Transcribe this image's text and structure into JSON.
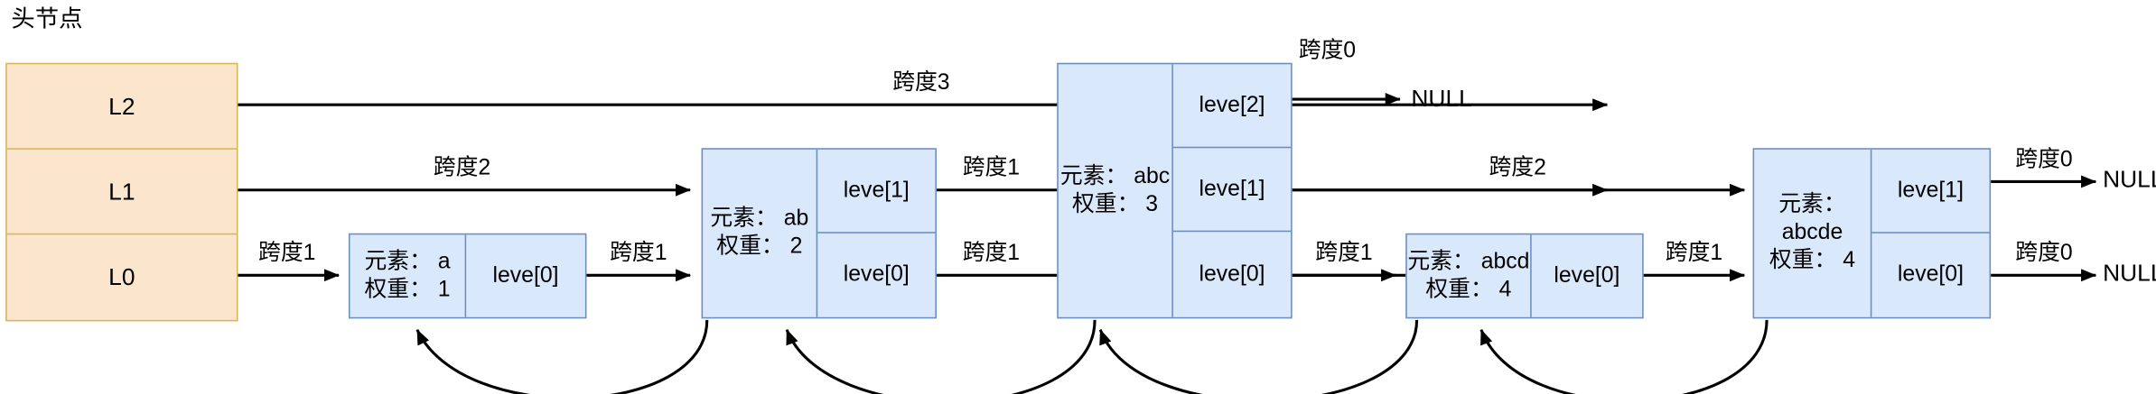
{
  "diagram": {
    "title": "头节点",
    "head_node": {
      "levels": [
        "L2",
        "L1",
        "L0"
      ]
    },
    "null_labels": {
      "abc_top": "NULL",
      "abcde_l1": "NULL",
      "abcde_l0": "NULL"
    },
    "nodes": [
      {
        "id": "a",
        "element_label": "元素： a",
        "weight_label": "权重： 1",
        "levels": [
          "leve[0]"
        ]
      },
      {
        "id": "ab",
        "element_label": "元素： ab",
        "weight_label": "权重： 2",
        "levels": [
          "leve[1]",
          "leve[0]"
        ]
      },
      {
        "id": "abc",
        "element_label": "元素： abc",
        "weight_label": "权重： 3",
        "levels": [
          "leve[2]",
          "leve[1]",
          "leve[0]"
        ]
      },
      {
        "id": "abcd",
        "element_label": "元素： abcd",
        "weight_label": "权重： 4",
        "levels": [
          "leve[0]"
        ]
      },
      {
        "id": "abcde",
        "element_label": "元素：",
        "element_label2": "abcde",
        "weight_label": "权重： 4",
        "levels": [
          "leve[1]",
          "leve[0]"
        ]
      }
    ],
    "span_labels": {
      "head_l2_to_abc": "跨度3",
      "head_l1_to_ab": "跨度2",
      "head_l0_to_a": "跨度1",
      "a_l0_to_ab": "跨度1",
      "ab_l1_to_abc": "跨度1",
      "ab_l0_to_abc": "跨度1",
      "abc_l2_to_null": "跨度0",
      "abc_l1_to_abcde": "跨度2",
      "abc_l0_to_abcd": "跨度1",
      "abcd_l0_to_abcde": "跨度1",
      "abcde_l1_to_null": "跨度0",
      "abcde_l0_to_null": "跨度0"
    },
    "colors": {
      "head_fill": "#fce5cd",
      "head_stroke": "#d6b656",
      "node_fill": "#dae8fc",
      "node_stroke": "#6c8ebf",
      "arrow": "#000000"
    }
  }
}
